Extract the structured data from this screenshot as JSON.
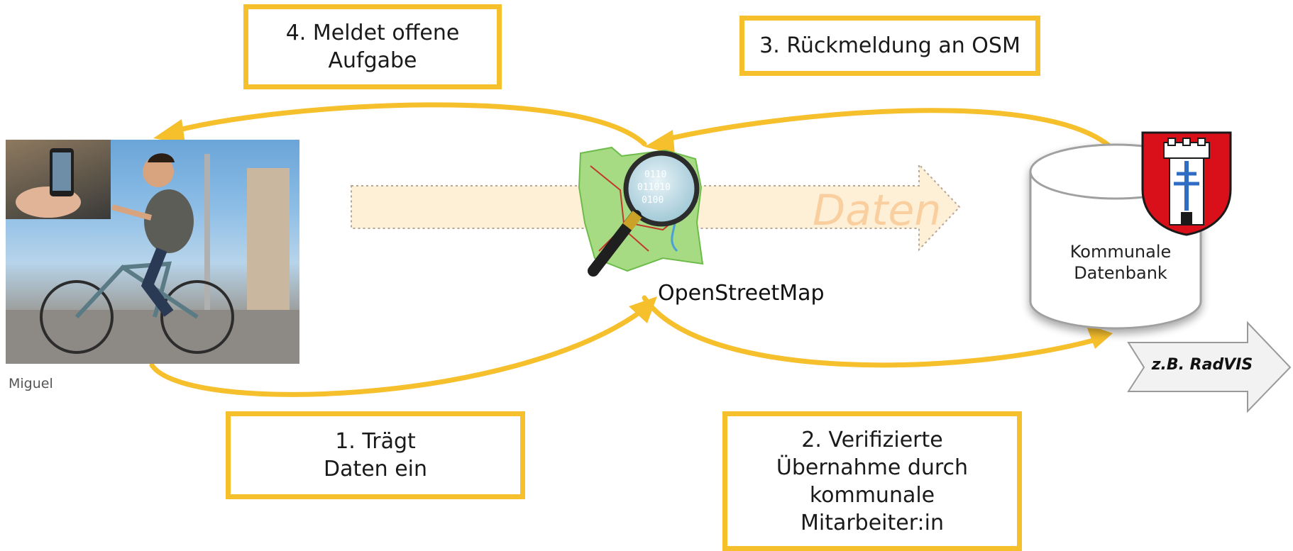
{
  "steps": [
    {
      "id": "step-1",
      "label": "1. Trägt\nDaten ein"
    },
    {
      "id": "step-2",
      "label": "2. Verifizierte\nÜbernahme durch\nkommunale\nMitarbeiter:in"
    },
    {
      "id": "step-3",
      "label": "3. Rückmeldung an OSM"
    },
    {
      "id": "step-4",
      "label": "4. Meldet offene\nAufgabe"
    }
  ],
  "nodes": {
    "contributor_photo_credit": "Miguel",
    "osm_label": "OpenStreetMap",
    "database_label": "Kommunale\nDatenbank",
    "export_label": "z.B. RadVIS"
  },
  "data_flow_label": "Daten",
  "colors": {
    "accent": "#f6bf2c",
    "data_flow": "#fde9c4",
    "coat_of_arms_red": "#d90f1a"
  },
  "icons": [
    "openstreetmap-logo-icon",
    "database-cylinder-icon",
    "coat-of-arms-icon",
    "arrow-right-icon"
  ]
}
